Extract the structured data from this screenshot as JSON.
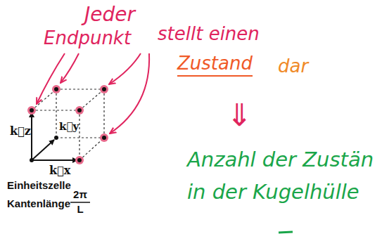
{
  "diagram": {
    "labels": [
      "Jeder",
      "Endpunkt",
      "stellt einen",
      "Zustand",
      "dar",
      "⇓",
      "Anzahl der Zustän",
      "in der Kugelhülle",
      "k⃗x",
      "k⃗y",
      "k⃗z",
      "Einheitszelle",
      "Kantenlänge",
      "2π",
      "L"
    ]
  }
}
